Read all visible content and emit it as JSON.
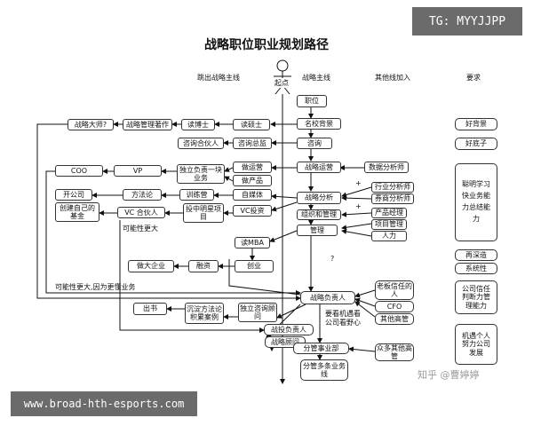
{
  "badge": "TG: MYYJJPP",
  "title": "战略职位职业规划路径",
  "columns": {
    "left": "跳出战略主线",
    "main": "战略主线",
    "other": "其他线加入",
    "req": "要求"
  },
  "start": "起点",
  "nodes": {
    "zhiwei": "职位",
    "mingxiao": "名校背景",
    "zixun": "咨询",
    "zhanlue_yunying": "战略运营",
    "zhanlue_fenxi": "战略分析",
    "zuzhi_guanli": "组织和管理",
    "guanli": "管理",
    "shuju": "数据分析师",
    "hangye": "行业分析师",
    "quanshang": "券商分析师",
    "chanpin": "产品经理",
    "xiangmu": "项目管理",
    "renli": "人力",
    "du_shuoshi": "读硕士",
    "du_boshi": "读博士",
    "zhanlue_zhuzuo": "战略管理著作",
    "dashi": "战略大师?",
    "zixun_zongjian": "咨询总监",
    "zixun_hehuoren": "咨询合伙人",
    "zuo_yunying": "做运营",
    "zuo_chanpin": "做产品",
    "duli_fuze": "独立负责一块业务",
    "vp": "VP",
    "coo": "COO",
    "zimeiti": "自媒体",
    "xunlianying": "训练营",
    "fangfalun": "方法论",
    "kai_gongsi": "开公司",
    "vc_touzi": "VC投资",
    "touzhong": "投中明星项目",
    "vc_hehuoren": "VC 合伙人",
    "chuangjian_jijin": "创建自己的基金",
    "mba": "读MBA",
    "chuangye": "创业",
    "rongzi": "融资",
    "zuoda_qiye": "做大企业",
    "zhanlue_fuzeren": "战略负责人",
    "laoban": "老板信任的人",
    "cfo": "CFO",
    "qita_gaoguan": "其他高管",
    "duli_zixun_guwen": "独立咨询顾问",
    "chendian": "沉淀方法论积累案例",
    "chushu": "出书",
    "zhantou_fuzeren": "战投负责人",
    "zhanlue_guwen": "战略顾问",
    "fenguan_shiyebu": "分管事业部",
    "zhong_qita_gaoguan": "众多其他高管",
    "fenguan_duotiao": "分管多条业务线"
  },
  "annotations": {
    "kenengxing_gengda": "可能性更大",
    "kenengxing_gengda_yinwei": "可能性更大,因为更懂业务",
    "question": "?",
    "plus1": "+",
    "plus2": "+",
    "yaokan": "要看机遇看公司看野心"
  },
  "requirements": {
    "hao_beijing": "好背景",
    "hao_dizi": "好底子",
    "nengli": "聪明学习快业务能力总结能力",
    "zai_shenzao": "再深造",
    "xitongxing": "系统性",
    "gongsi_xinren": "公司信任判断力管理能力",
    "jiyu": "机遇个人努力公司发展"
  },
  "watermark": "知乎 @曹婷婷",
  "footer_url": "www.broad-hth-esports.com"
}
